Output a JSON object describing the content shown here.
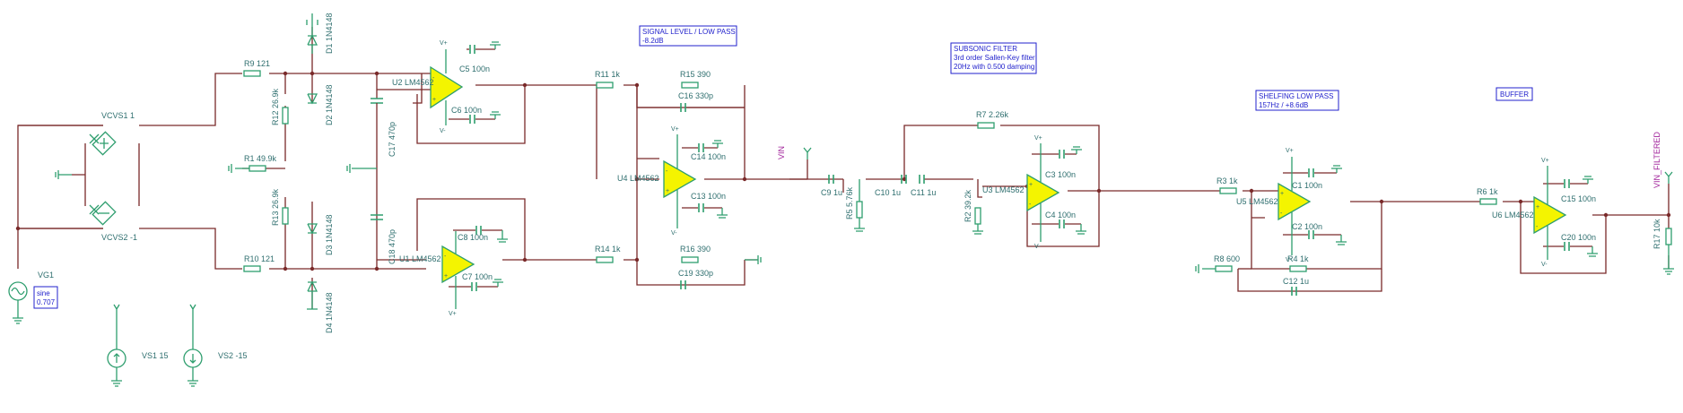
{
  "notes": {
    "signal": [
      "SIGNAL LEVEL / LOW PASS",
      "-8.2dB"
    ],
    "subsonic": [
      "SUBSONIC FILTER",
      "3rd order Sallen-Key filter",
      "20Hz with 0.500 damping"
    ],
    "shelving": [
      "SHELFING LOW PASS",
      "157Hz / +8.6dB"
    ],
    "buffer": [
      "BUFFER"
    ]
  },
  "sources": {
    "vg1": "VG1",
    "vg1_box": [
      "sine",
      "0.707"
    ],
    "vs1": "VS1 15",
    "vs2": "VS2 -15",
    "vcvs1": "VCVS1 1",
    "vcvs2": "VCVS2 -1"
  },
  "nets": {
    "vin": "VIN",
    "vin_filtered": "VIN_FILTERED"
  },
  "resistors": {
    "r9": "R9 121",
    "r10": "R10 121",
    "r12": "R12 26.9k",
    "r13": "R13 26.9k",
    "r1": "R1 49.9k",
    "r11": "R11 1k",
    "r14": "R14 1k",
    "r15": "R15 390",
    "r16": "R16 390",
    "r5": "R5 5.76k",
    "r7": "R7 2.26k",
    "r2": "R2 39.2k",
    "r3": "R3 1k",
    "r4": "R4 1k",
    "r8": "R8 600",
    "r6": "R6 1k",
    "r17": "R17 10k"
  },
  "capacitors": {
    "c5": "C5 100n",
    "c6": "C6 100n",
    "c7": "C7 100n",
    "c8": "C8 100n",
    "c17": "C17 470p",
    "c18": "C18 470p",
    "c16": "C16 330p",
    "c19": "C19 330p",
    "c14": "C14 100n",
    "c13": "C13 100n",
    "c9": "C9 1u",
    "c10": "C10 1u",
    "c11": "C11 1u",
    "c3": "C3 100n",
    "c4": "C4 100n",
    "c1": "C1 100n",
    "c2": "C2 100n",
    "c12": "C12 1u",
    "c15": "C15 100n",
    "c20": "C20 100n"
  },
  "diodes": {
    "d1": "D1 1N4148",
    "d2": "D2 1N4148",
    "d3": "D3 1N4148",
    "d4": "D4 1N4148"
  },
  "opamps": {
    "u1": "U1 LM4562",
    "u2": "U2 LM4562",
    "u3": "U3 LM4562",
    "u4": "U4 LM4562",
    "u5": "U5 LM4562",
    "u6": "U6 LM4562"
  },
  "pins": {
    "vplus": "V+",
    "vminus": "V-",
    "plus": "+",
    "minus": "-"
  }
}
